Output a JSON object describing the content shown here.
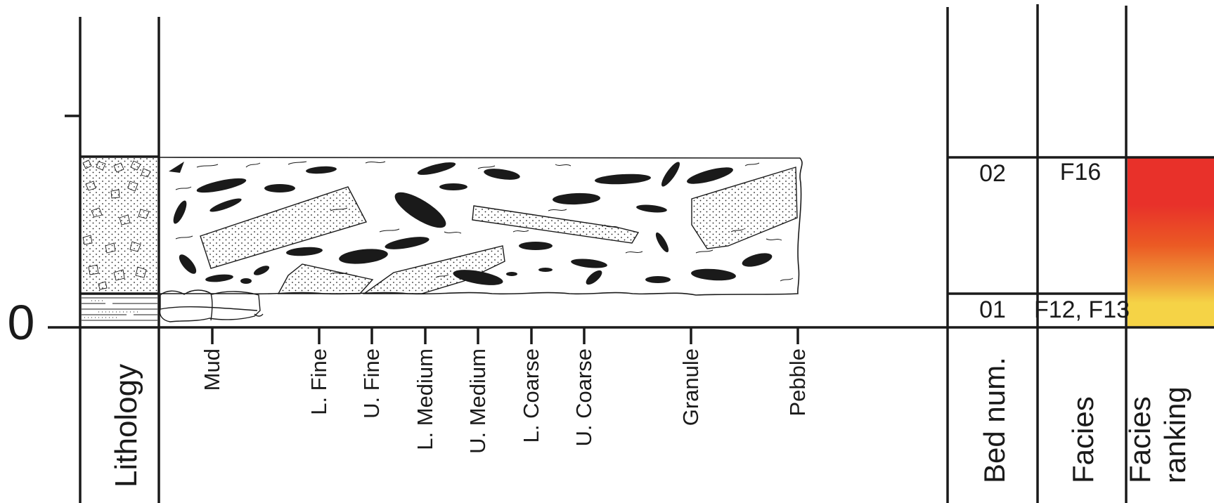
{
  "depth_axis": {
    "zero_label": "0"
  },
  "columns": {
    "lithology": "Lithology",
    "bed_number": "Bed num.",
    "facies": "Facies",
    "facies_ranking_line1": "Facies",
    "facies_ranking_line2": "ranking"
  },
  "grain_size_scale": [
    "Mud",
    "L. Fine",
    "U. Fine",
    "L. Medium",
    "U. Medium",
    "L. Coarse",
    "U. Coarse",
    "Granule",
    "Pebble"
  ],
  "beds": [
    {
      "number": "01",
      "facies": "F12, F13",
      "grain_size": "Mud"
    },
    {
      "number": "02",
      "facies": "F16",
      "grain_size": "Pebble"
    }
  ],
  "facies_ranking_colors": {
    "bed_02_top": "#e8312a",
    "bed_02_middle": "#eb5a24",
    "bed_01": "#f5d346"
  }
}
